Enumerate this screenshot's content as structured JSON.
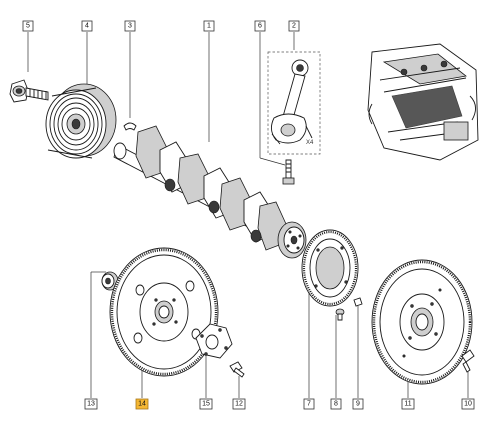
{
  "callouts": [
    {
      "id": "5",
      "active": false
    },
    {
      "id": "4",
      "active": false
    },
    {
      "id": "3",
      "active": false
    },
    {
      "id": "1",
      "active": false
    },
    {
      "id": "6",
      "active": false
    },
    {
      "id": "2",
      "active": false
    },
    {
      "id": "13",
      "active": false
    },
    {
      "id": "14",
      "active": true
    },
    {
      "id": "15",
      "active": false
    },
    {
      "id": "12",
      "active": false
    },
    {
      "id": "7",
      "active": false
    },
    {
      "id": "8",
      "active": false
    },
    {
      "id": "9",
      "active": false
    },
    {
      "id": "11",
      "active": false
    },
    {
      "id": "10",
      "active": false
    }
  ],
  "connecting_rod_quantity": "X4",
  "colors": {
    "highlight": "#f5b733",
    "ink": "#1a1a1a",
    "background": "#ffffff"
  }
}
